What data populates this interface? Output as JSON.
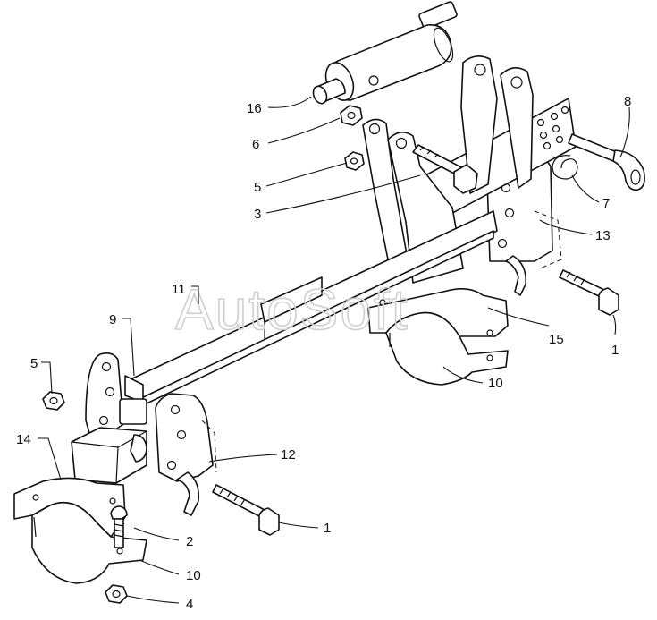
{
  "watermark": "AutoSoft",
  "callouts": [
    {
      "id": "c16a",
      "text": "16"
    },
    {
      "id": "c6",
      "text": "6"
    },
    {
      "id": "c5a",
      "text": "5"
    },
    {
      "id": "c3",
      "text": "3"
    },
    {
      "id": "c8",
      "text": "8"
    },
    {
      "id": "c7",
      "text": "7"
    },
    {
      "id": "c13",
      "text": "13"
    },
    {
      "id": "c11",
      "text": "11"
    },
    {
      "id": "c9",
      "text": "9"
    },
    {
      "id": "c15",
      "text": "15"
    },
    {
      "id": "c1a",
      "text": "1"
    },
    {
      "id": "c5b",
      "text": "5"
    },
    {
      "id": "c10a",
      "text": "10"
    },
    {
      "id": "c14",
      "text": "14"
    },
    {
      "id": "c12",
      "text": "12"
    },
    {
      "id": "c1b",
      "text": "1"
    },
    {
      "id": "c2",
      "text": "2"
    },
    {
      "id": "c10b",
      "text": "10"
    },
    {
      "id": "c4",
      "text": "4"
    }
  ]
}
